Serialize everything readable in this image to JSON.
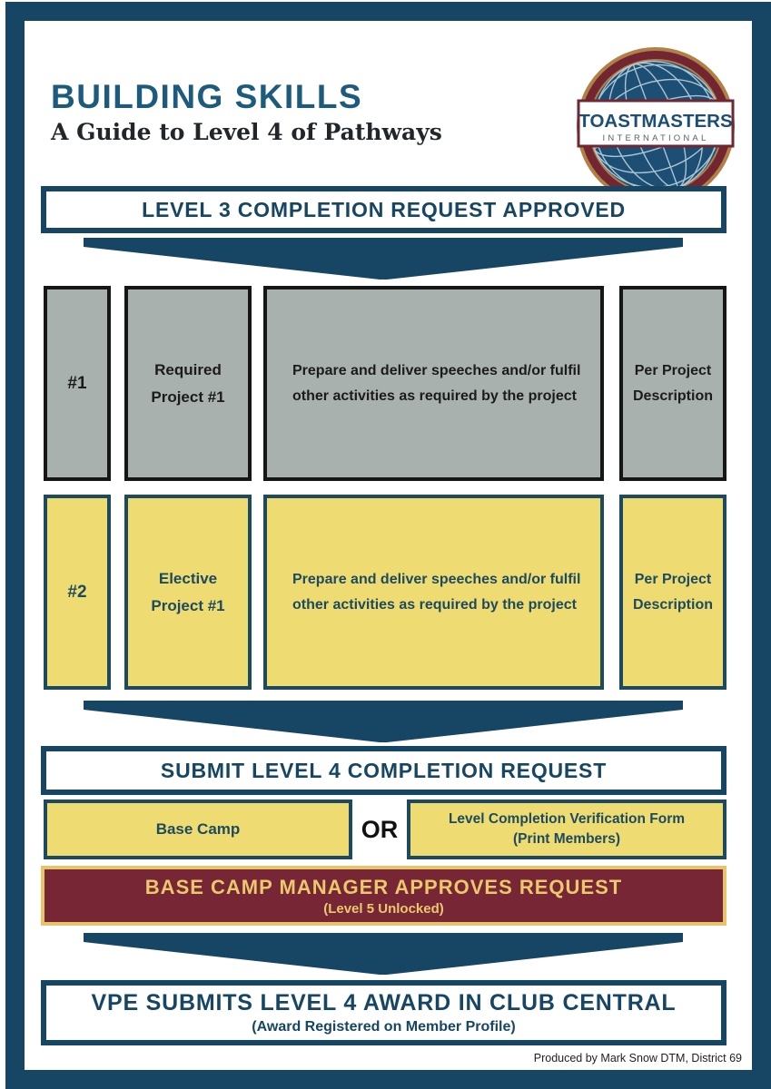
{
  "header": {
    "title": "BUILDING SKILLS",
    "subtitle": "A Guide to Level 4 of Pathways"
  },
  "logo": {
    "name": "TOASTMASTERS",
    "sub": "INTERNATIONAL"
  },
  "flow": {
    "step1": "LEVEL 3 COMPLETION REQUEST APPROVED",
    "step2": "SUBMIT LEVEL 4 COMPLETION REQUEST",
    "approval": {
      "line1": "BASE CAMP MANAGER APPROVES REQUEST",
      "line2": "(Level 5 Unlocked)"
    },
    "final": {
      "line1": "VPE SUBMITS LEVEL 4 AWARD IN CLUB CENTRAL",
      "line2": "(Award Registered on Member Profile)"
    }
  },
  "rows": [
    {
      "number": "#1",
      "project": "Required Project #1",
      "task1": "Prepare and deliver speeches and/or fulfil",
      "task2": "other activities as required by the project",
      "duration": "Per Project Description"
    },
    {
      "number": "#2",
      "project": "Elective Project #1",
      "task1": "Prepare and deliver speeches and/or fulfil",
      "task2": "other activities as required by the project",
      "duration": "Per Project Description"
    }
  ],
  "options": {
    "left": "Base Camp",
    "connector": "OR",
    "right_line1": "Level Completion Verification Form",
    "right_line2": "(Print Members)"
  },
  "footer": {
    "credit": "Produced by Mark Snow DTM, District 69"
  },
  "colors": {
    "navy": "#164663",
    "title_blue": "#1d5b7e",
    "yellow": "#eedc72",
    "gray": "#a9b1ae",
    "maroon": "#772635",
    "gold": "#eac96d"
  }
}
